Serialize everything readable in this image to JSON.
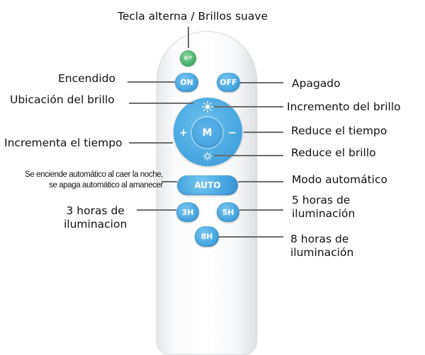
{
  "buttons": {
    "ot": "Q/T",
    "on": "ON",
    "off": "OFF",
    "mode": "M",
    "plus": "+",
    "minus": "−",
    "auto": "AUTO",
    "h3": "3H",
    "h5": "5H",
    "h8": "8H"
  },
  "labels": {
    "tecla_alterna": "Tecla alterna / Brillos suave",
    "encendido": "Encendido",
    "apagado": "Apagado",
    "ubicacion_brillo": "Ubicación del brillo",
    "incremento_brillo": "Incremento del brillo",
    "incrementa_tiempo": "Incrementa el tiempo",
    "reduce_tiempo": "Reduce el tiempo",
    "reduce_brillo": "Reduce el brillo",
    "auto_desc_line1": "Se enciende automático al caer la noche,",
    "auto_desc_line2": "se apaga automático al amanecer",
    "modo_automatico": "Modo automático",
    "tres_horas": "3 horas de\niluminacion",
    "cinco_horas": "5 horas de\niluminación",
    "ocho_horas": "8 horas de\niluminación"
  },
  "colors": {
    "button_blue": "#4aa8e0",
    "button_green": "#4db36e",
    "leader_line": "#6c6c6c"
  }
}
